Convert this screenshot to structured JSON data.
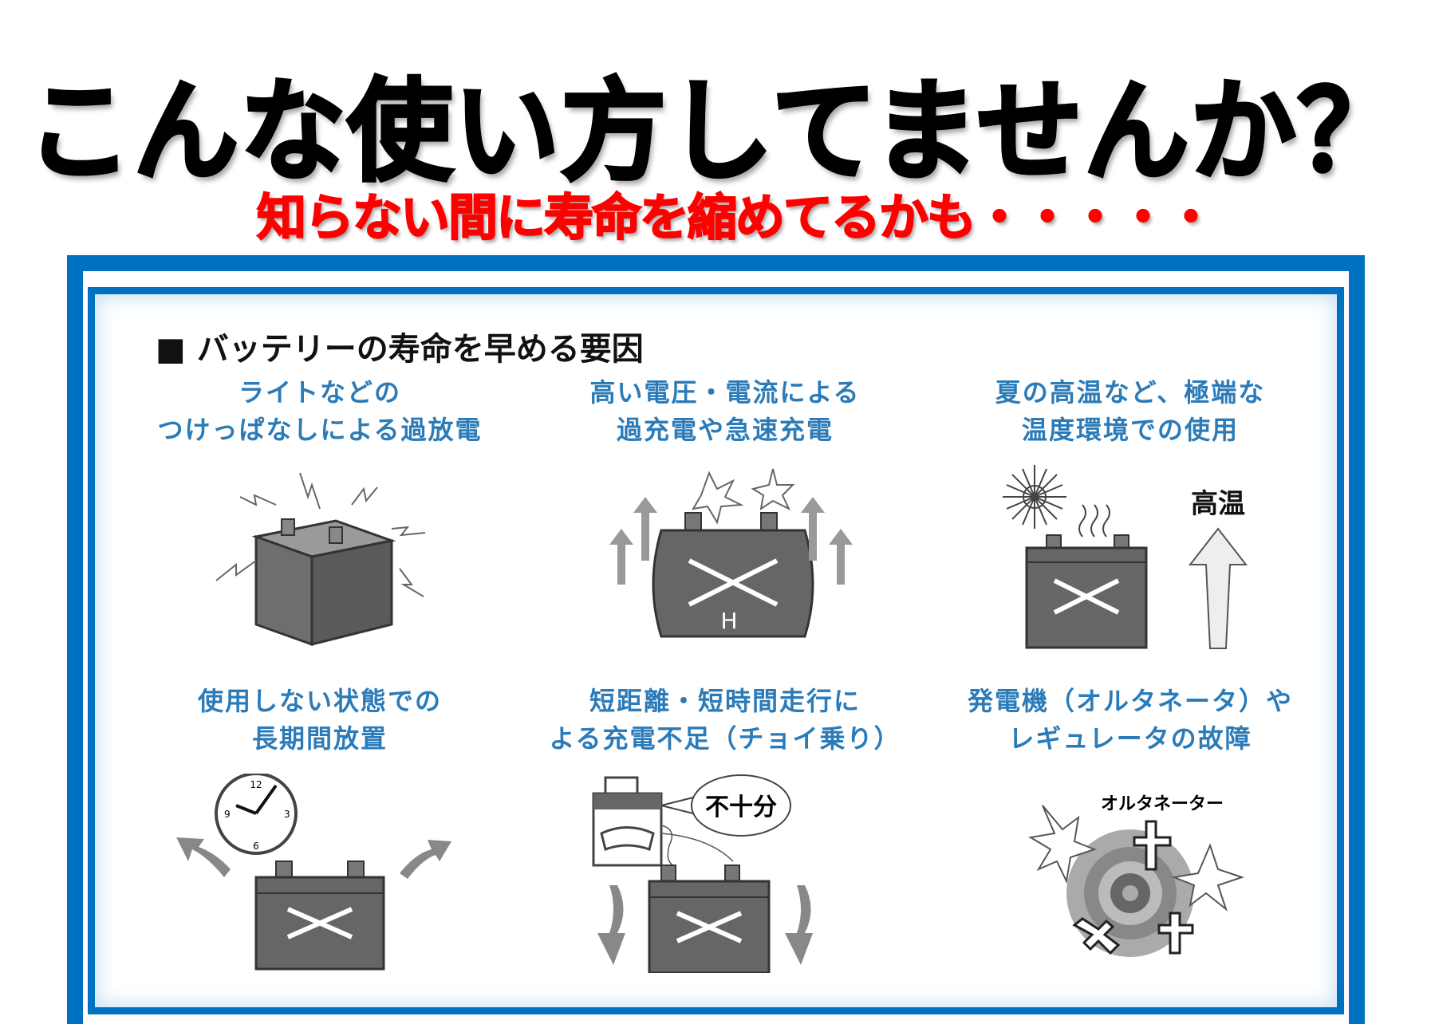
{
  "title": "こんな使い方してませんか？",
  "subtitle": "知らない間に寿命を縮めてるかも・・・・・",
  "panel": {
    "heading": "■ バッテリーの寿命を早める要因",
    "causes": [
      {
        "line1": "ライトなどの",
        "line2": "つけっぱなしによる過放電"
      },
      {
        "line1": "高い電圧・電流による",
        "line2": "過充電や急速充電"
      },
      {
        "line1": "夏の高温など、極端な",
        "line2": "温度環境での使用"
      },
      {
        "line1": "使用しない状態での",
        "line2": "長期間放置"
      },
      {
        "line1": "短距離・短時間走行に",
        "line2": "よる充電不足（チョイ乗り）"
      },
      {
        "line1": "発電機（オルタネータ）や",
        "line2": "レギュレータの故障"
      }
    ],
    "labels": {
      "high_temp": "高温",
      "insufficient": "不十分",
      "alternator": "オルタネーター"
    }
  },
  "colors": {
    "frame": "#0070c0",
    "caption": "#2b7bb9",
    "subtitle": "#ff0000"
  }
}
